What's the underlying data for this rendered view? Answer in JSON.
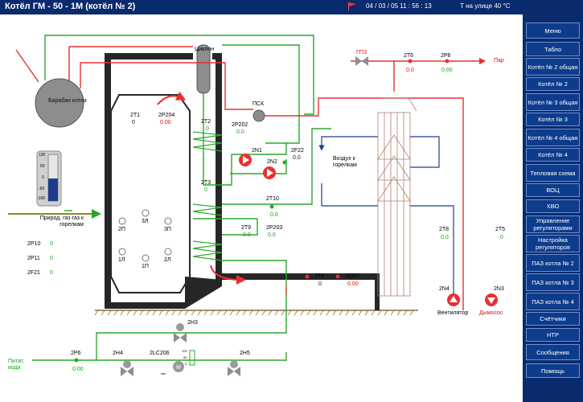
{
  "header": {
    "title": "Котёл ГМ - 50 - 1М  (котёл № 2)",
    "datetime": "04 / 03 / 05   11 : 56 : 13",
    "outside_label": "Т на улице  40 °С"
  },
  "nav": [
    "Меню",
    "Табло",
    "Котёл № 2 общая",
    "Котёл № 2",
    "Котёл № 3 общая",
    "Котёл № 3",
    "Котёл № 4 общая",
    "Котёл № 4",
    "Тепловая схема",
    "ВОЦ",
    "ХВО",
    "Управление регуляторами",
    "Настройка регуляторов",
    "ПАЗ котла № 2",
    "ПАЗ котла № 3",
    "ПАЗ котла № 4",
    "Счётчики",
    "НТР",
    "Сообщения",
    "Помощь"
  ],
  "labels": {
    "ciklon": "Циклон",
    "baraban": "Барабан котла",
    "psk": "ПСК",
    "vozduh": "Воздух к горелкам",
    "gas_in": "Природ. газ газ к горелкам",
    "ventilator": "Вентилятор",
    "dymosos": "Дымосос",
    "pitat": "Питат. вода",
    "par": "Пар",
    "gpz": "ГПЗ",
    "burners": [
      "2П",
      "3Л",
      "3П",
      "1Л",
      "1П",
      "2Л"
    ],
    "pumps": [
      "2N1",
      "2N2",
      "2N3",
      "2N4",
      "2Н3",
      "2Н4",
      "2Н5",
      "2LC206"
    ]
  },
  "scale": {
    "ticks": [
      "100",
      "50",
      "0",
      "-50",
      "-100"
    ],
    "level": 0.4,
    "mini_ticks": [
      "100",
      "50",
      "0"
    ],
    "mini_unit": "мм"
  },
  "sensors": [
    {
      "id": "2T1",
      "value": "0",
      "color": "k"
    },
    {
      "id": "2P204",
      "value": "0.00",
      "color": "r"
    },
    {
      "id": "2T2",
      "value": "0",
      "color": "g"
    },
    {
      "id": "2P202",
      "value": "0.0",
      "color": "g"
    },
    {
      "id": "2F22",
      "value": "0.0",
      "color": "k"
    },
    {
      "id": "2T3",
      "value": "0",
      "color": "g"
    },
    {
      "id": "2T10",
      "value": "0.0",
      "color": "g"
    },
    {
      "id": "2T9",
      "value": "0.0",
      "color": "g"
    },
    {
      "id": "2P203",
      "value": "0.0",
      "color": "g"
    },
    {
      "id": "2T4",
      "value": "0",
      "color": "k"
    },
    {
      "id": "2Q27",
      "value": "0.00",
      "color": "r"
    },
    {
      "id": "2T6",
      "value": "0.0",
      "color": "r"
    },
    {
      "id": "2P6",
      "value": "0.00",
      "color": "g"
    },
    {
      "id": "2T8",
      "value": "0.0",
      "color": "g"
    },
    {
      "id": "2T5",
      "value": "0",
      "color": "g"
    },
    {
      "id": "2P10",
      "value": "0",
      "color": "g"
    },
    {
      "id": "2P11",
      "value": "0",
      "color": "g"
    },
    {
      "id": "2F21",
      "value": "0",
      "color": "g"
    },
    {
      "id": "2P6",
      "value": "0.00",
      "color": "g"
    }
  ],
  "colors": {
    "steam": "#e83030",
    "water": "#2aa82a",
    "air": "#1f3c8c",
    "furnace": "#222222",
    "background": "#0a2a6e"
  }
}
